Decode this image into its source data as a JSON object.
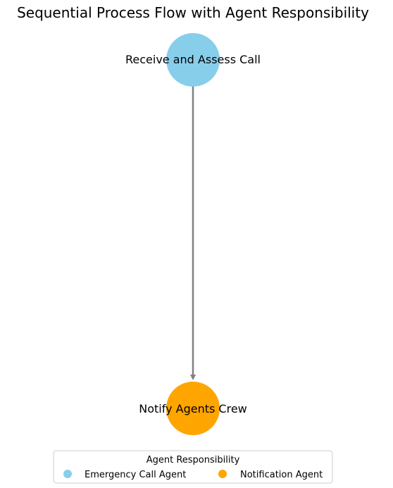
{
  "title": "Sequential Process Flow with Agent Responsibility",
  "nodes": [
    {
      "id": "receive",
      "label": "Receive and Assess Call",
      "color": "#87CEEB",
      "agent": "Emergency Call Agent"
    },
    {
      "id": "notify",
      "label": "Notify Agents Crew",
      "color": "#FFA500",
      "agent": "Notification Agent"
    }
  ],
  "edges": [
    {
      "from": "receive",
      "to": "notify",
      "color": "#808080"
    }
  ],
  "legend": {
    "title": "Agent Responsibility",
    "entries": [
      {
        "label": "Emergency Call Agent",
        "color": "#87CEEB"
      },
      {
        "label": "Notification Agent",
        "color": "#FFA500"
      }
    ]
  }
}
